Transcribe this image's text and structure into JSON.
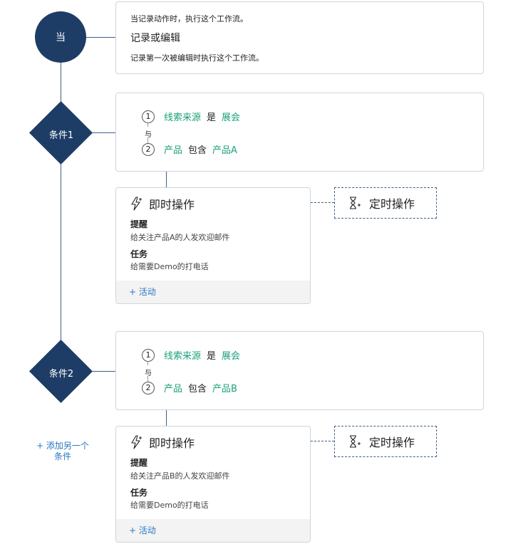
{
  "trigger": {
    "badge": "当",
    "intro": "当记录动作时，执行这个工作流。",
    "title": "记录或编辑",
    "description": "记录第一次被编辑时执行这个工作流。"
  },
  "conditions": [
    {
      "label": "条件1",
      "connector": "与",
      "rows": [
        {
          "num": "1",
          "field": "线索来源",
          "op": "是",
          "value": "展会"
        },
        {
          "num": "2",
          "field": "产品",
          "op": "包含",
          "value": "产品A"
        }
      ],
      "immediate": {
        "title": "即时操作",
        "items": [
          {
            "title": "提醒",
            "desc": "给关注产品A的人发欢迎邮件"
          },
          {
            "title": "任务",
            "desc": "给需要Demo的打电话"
          }
        ],
        "add_activity": "+ 活动"
      },
      "scheduled": {
        "title": "定时操作"
      }
    },
    {
      "label": "条件2",
      "connector": "与",
      "rows": [
        {
          "num": "1",
          "field": "线索来源",
          "op": "是",
          "value": "展会"
        },
        {
          "num": "2",
          "field": "产品",
          "op": "包含",
          "value": "产品B"
        }
      ],
      "immediate": {
        "title": "即时操作",
        "items": [
          {
            "title": "提醒",
            "desc": "给关注产品B的人发欢迎邮件"
          },
          {
            "title": "任务",
            "desc": "给需要Demo的打电话"
          }
        ],
        "add_activity": "+ 活动"
      },
      "scheduled": {
        "title": "定时操作"
      }
    }
  ],
  "add_condition": {
    "line1": "+ 添加另一个",
    "line2": "条件"
  },
  "icons": {
    "immediate": "lightning-plus-icon",
    "scheduled": "hourglass-plus-icon"
  },
  "colors": {
    "node": "#1e3d66",
    "teal": "#1aa07a",
    "link": "#2a78c2"
  }
}
